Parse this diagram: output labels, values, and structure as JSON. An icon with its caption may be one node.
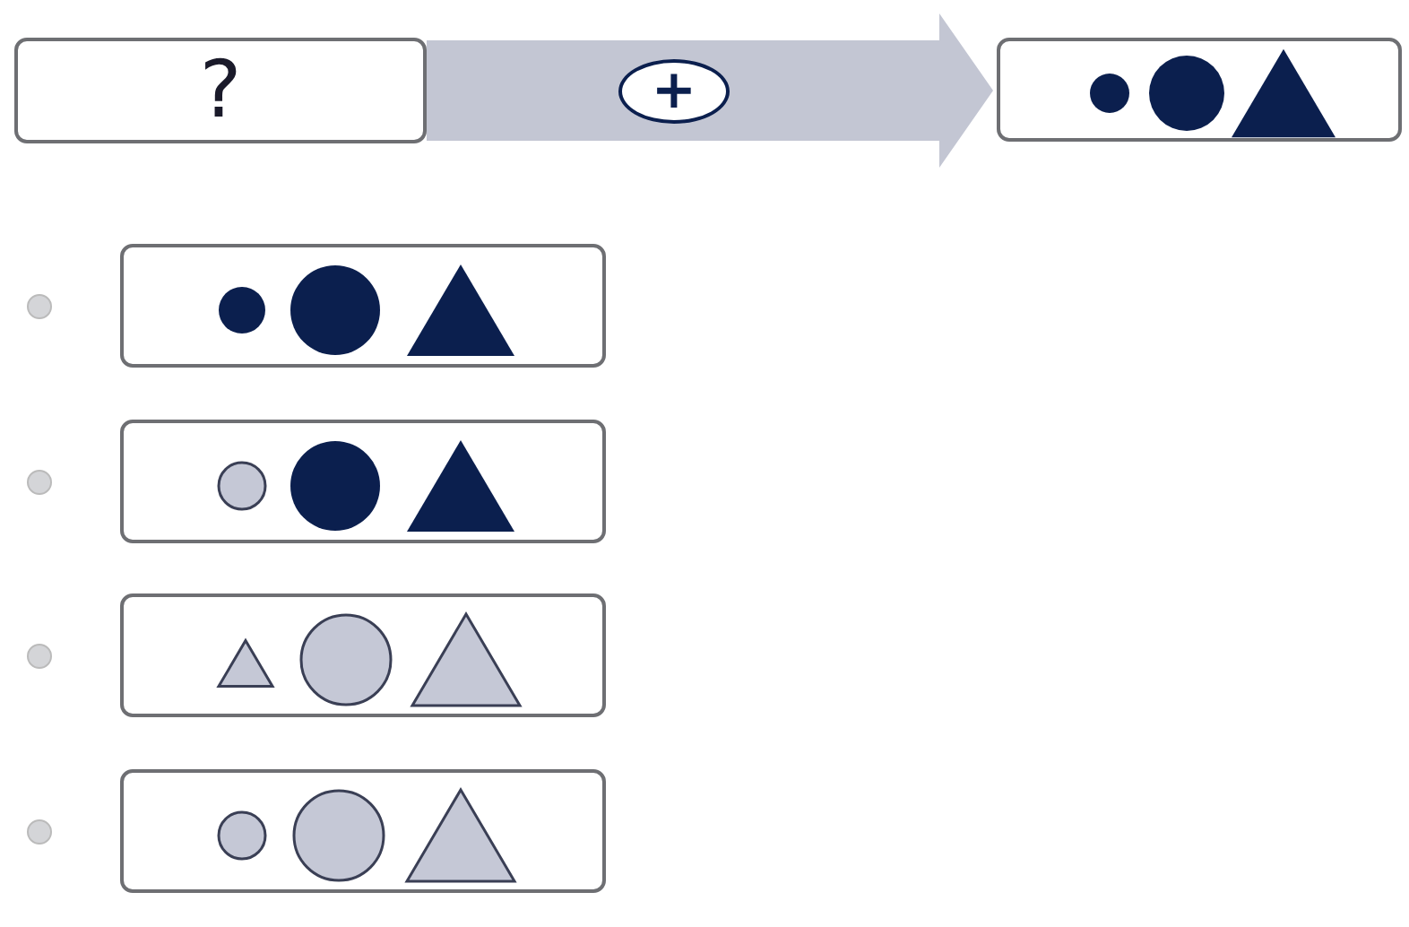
{
  "diagram": {
    "nodes": [
      {
        "text": [
          "?"
        ]
      },
      {
        "text": [],
        "shape": "box"
      },
      {
        "text": [],
        "shape": "box"
      },
      {
        "text": [],
        "shape": "box"
      },
      {
        "text": [],
        "shape": "box"
      },
      {
        "text": [],
        "shape": "box"
      }
    ],
    "edges": [
      {
        "from": 0,
        "to": 1,
        "arrow": "to",
        "label": "+",
        "style": "thick"
      }
    ]
  }
}
